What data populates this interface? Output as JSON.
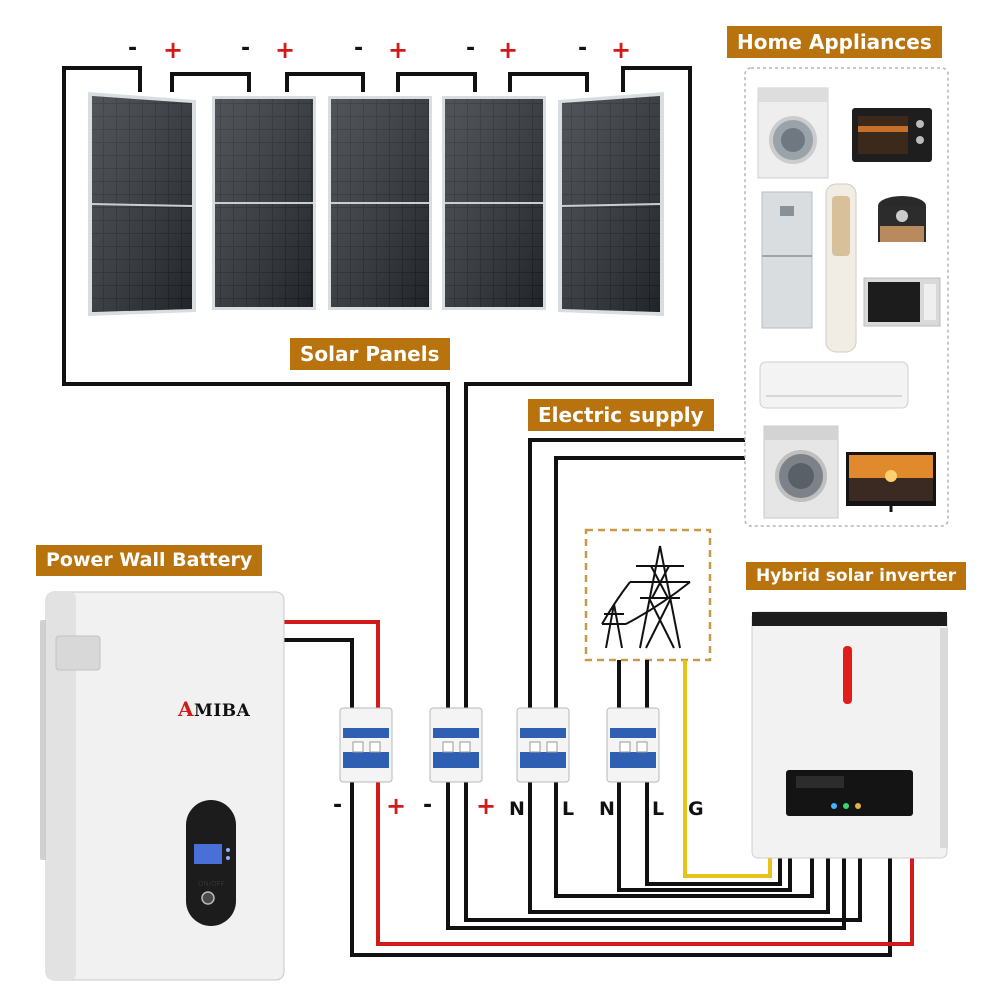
{
  "labels": {
    "solar_panels": "Solar Panels",
    "home_appliances": "Home Appliances",
    "electric_supply": "Electric supply",
    "power_wall_battery": "Power Wall Battery",
    "hybrid_solar_inverter": "Hybrid solar inverter"
  },
  "panel_signs": {
    "minus": "-",
    "plus": "+"
  },
  "terminals": {
    "battery_minus": "-",
    "battery_plus": "+",
    "solar_minus": "-",
    "solar_plus": "+",
    "supply_n": "N",
    "supply_l": "L",
    "grid_n": "N",
    "grid_l": "L",
    "ground": "G"
  },
  "battery": {
    "brand_initial": "A",
    "brand_rest": "MIBA",
    "switch_label": "ON/OFF"
  },
  "appliances": [
    "washing-machine-icon",
    "toaster-oven-icon",
    "refrigerator-icon",
    "tower-air-conditioner-icon",
    "rice-cooker-icon",
    "microwave-icon",
    "wall-air-conditioner-icon",
    "front-load-washer-icon",
    "television-icon"
  ],
  "colors": {
    "label_bg": "#b8730f",
    "positive_wire": "#d11a1a",
    "negative_wire": "#111111",
    "ground_wire": "#e8c21a",
    "breaker_blue": "#2f5fb3"
  }
}
